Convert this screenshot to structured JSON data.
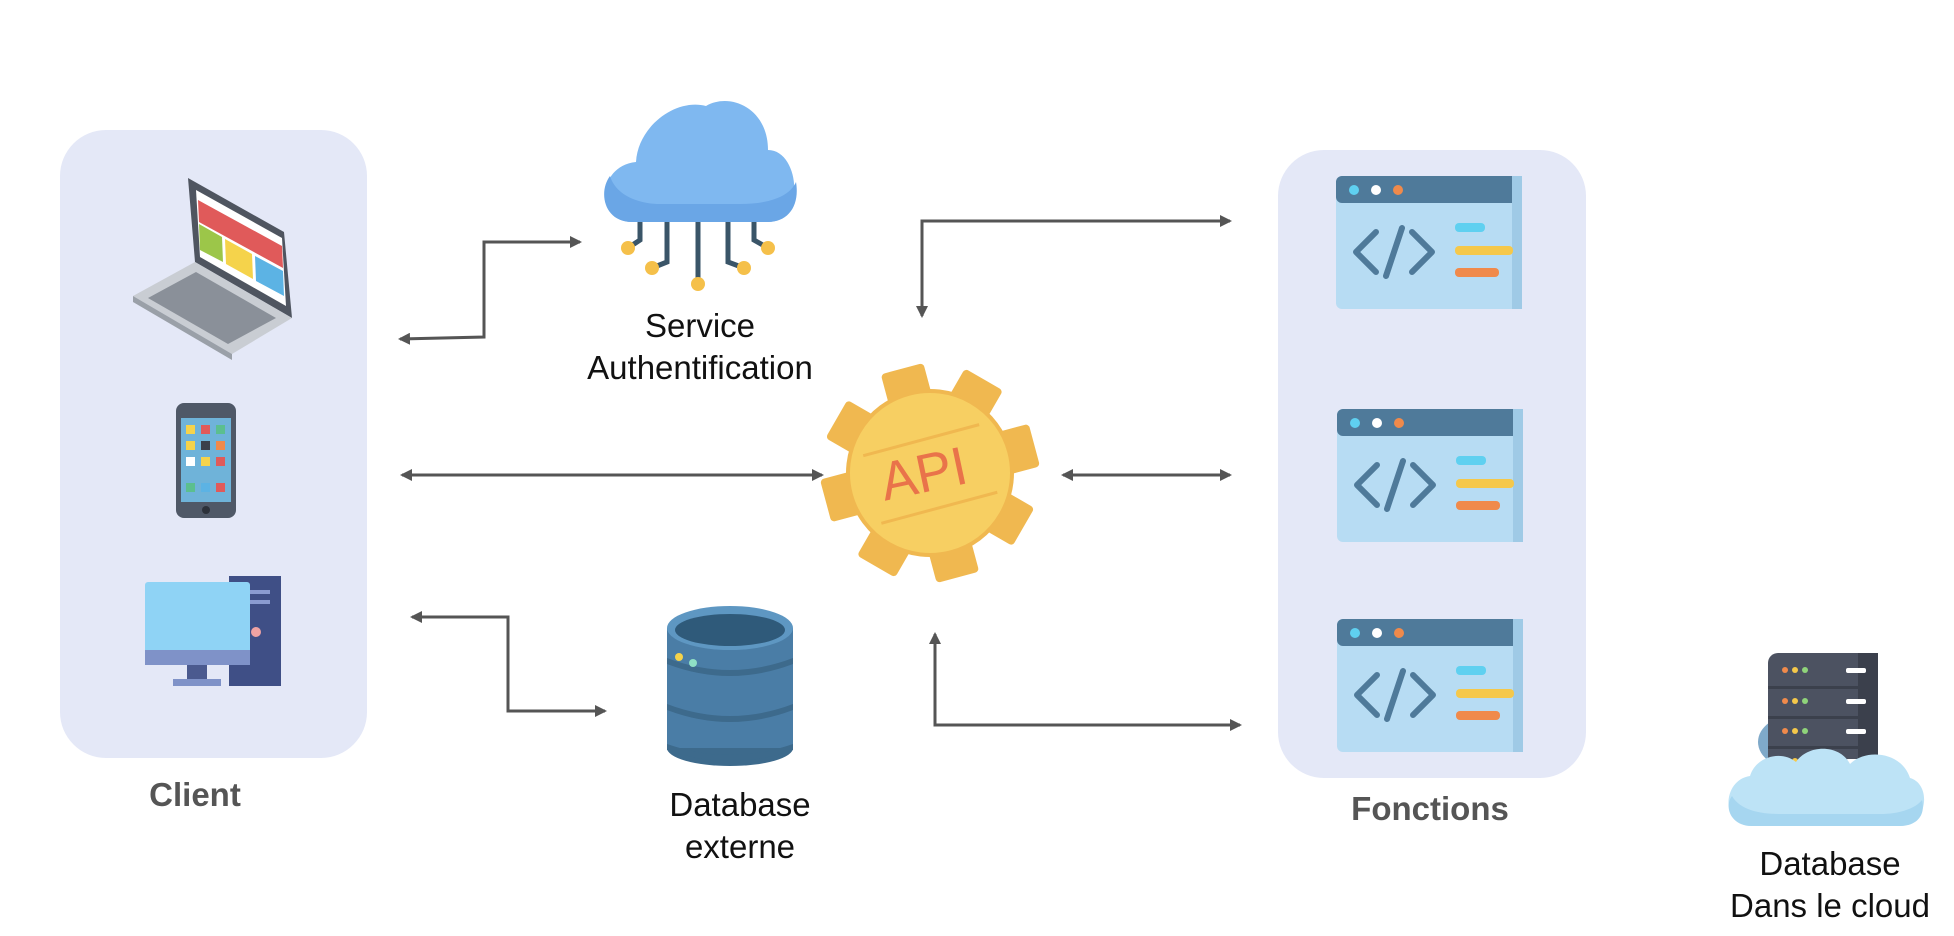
{
  "client": {
    "label": "Client"
  },
  "auth": {
    "label_line1": "Service",
    "label_line2": "Authentification"
  },
  "api": {
    "label": "API"
  },
  "db_ext": {
    "label_line1": "Database",
    "label_line2": "externe"
  },
  "functions": {
    "label": "Fonctions",
    "code_glyph": "</>"
  },
  "db_cloud": {
    "label_line1": "Database",
    "label_line2": "Dans le cloud"
  },
  "colors": {
    "panel": "#e4e8f7",
    "arrow": "#555555",
    "cloud": "#7fb8f0",
    "gear": "#f7cf62",
    "api_text": "#e9734a",
    "db": "#4a7da6"
  },
  "icons": [
    "laptop-icon",
    "smartphone-icon",
    "desktop-computer-icon",
    "cloud-network-icon",
    "api-gear-icon",
    "database-icon",
    "code-window-icon",
    "cloud-server-icon"
  ]
}
